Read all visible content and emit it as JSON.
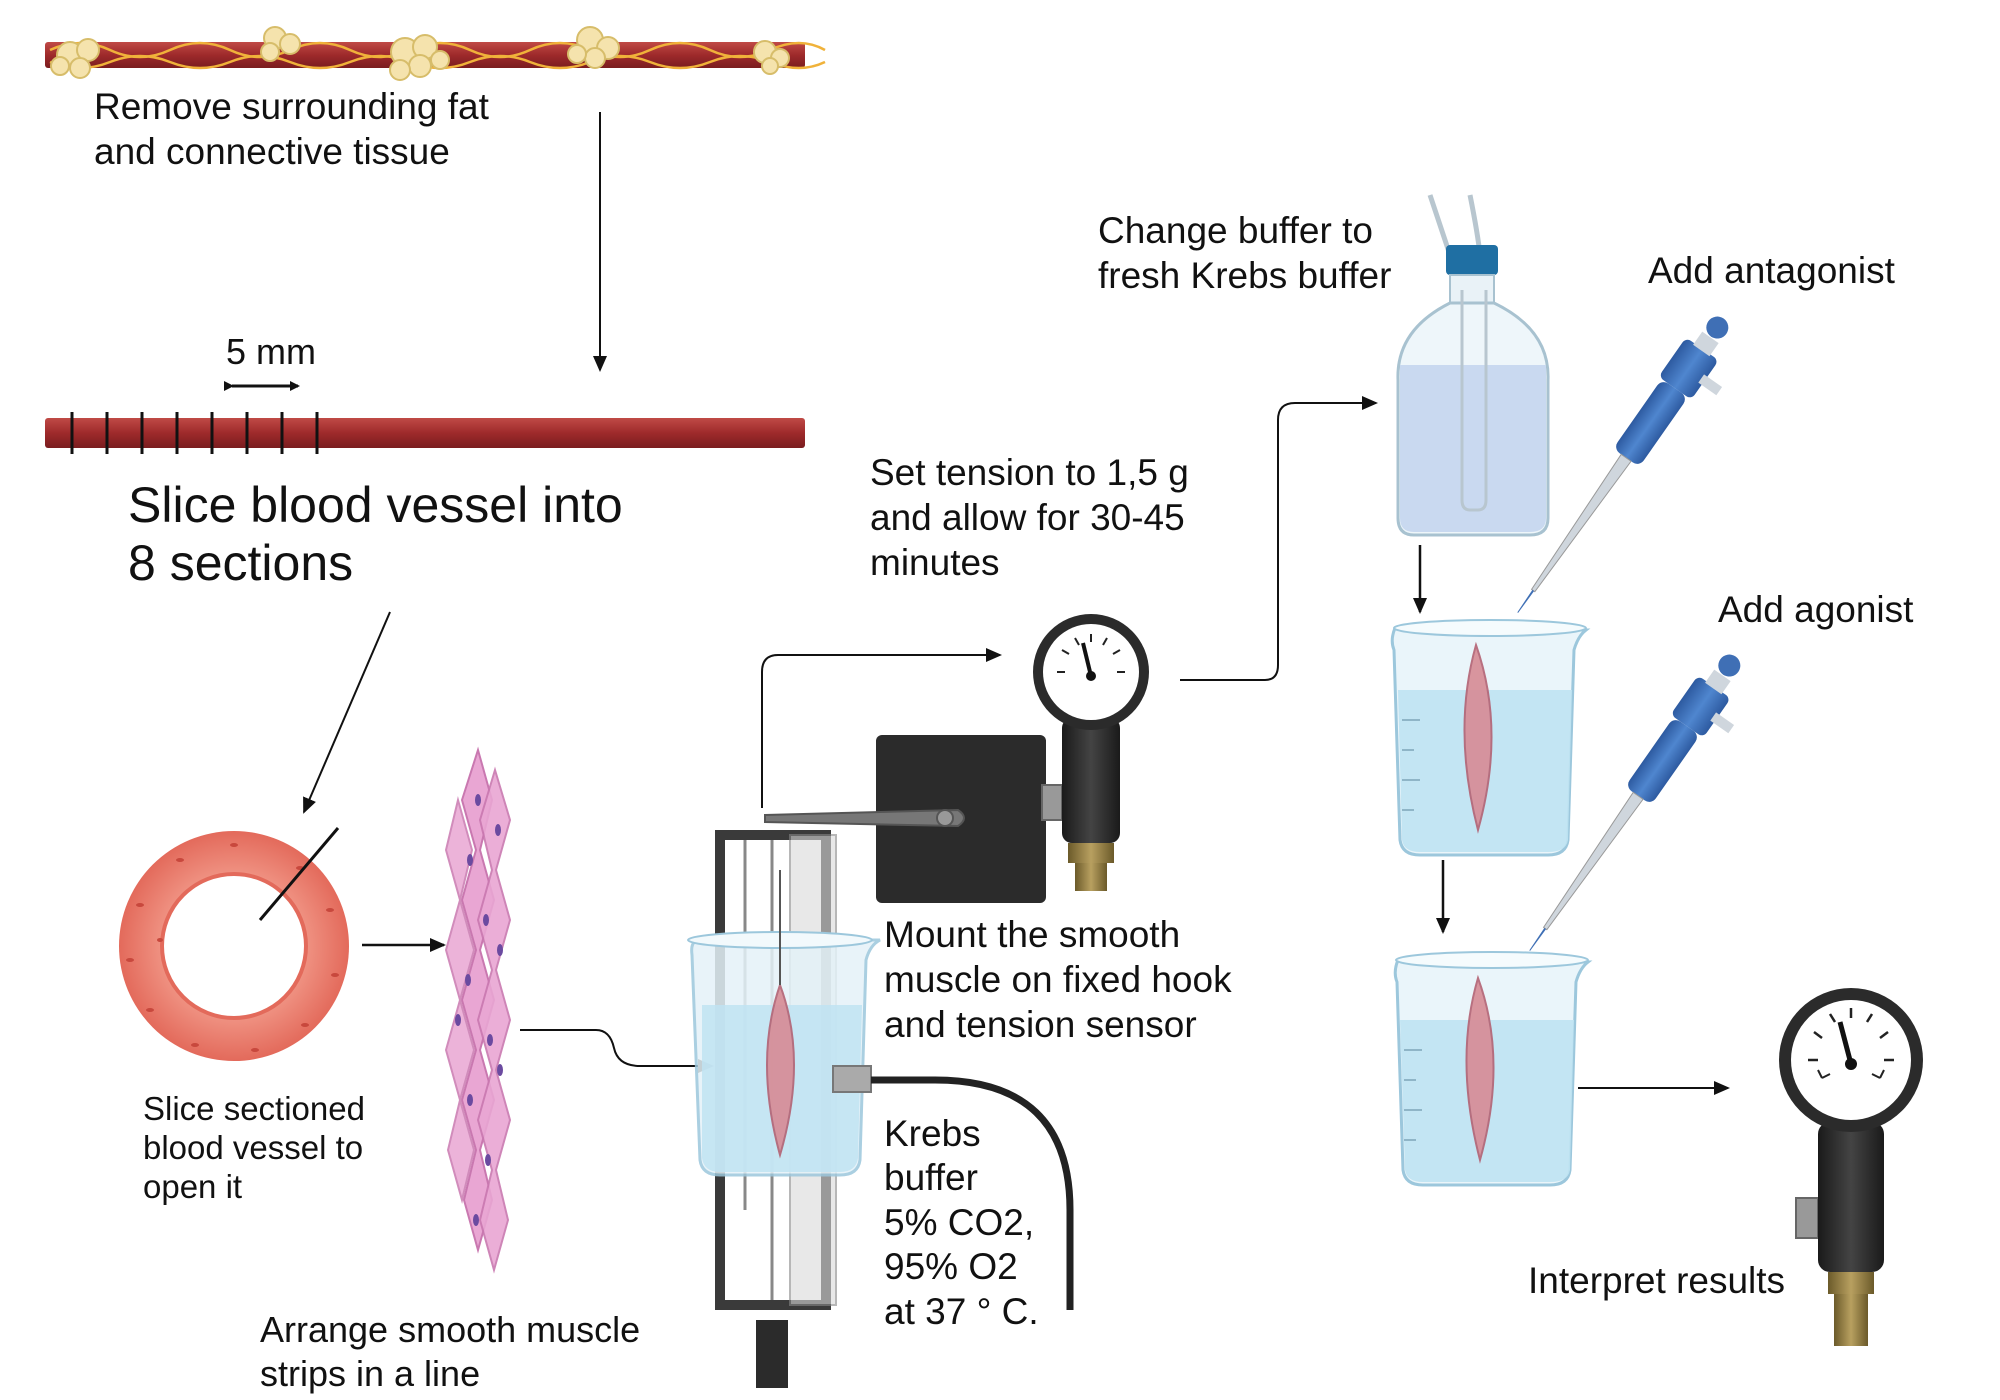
{
  "steps": {
    "remove_fat": "Remove surrounding fat\nand connective tissue",
    "measure": "5 mm",
    "slice_sections": "Slice blood vessel into\n8 sections",
    "slice_open": "Slice sectioned\nblood vessel to\nopen it",
    "arrange": "Arrange smooth muscle\nstrips in a line",
    "mount": "Mount the smooth\nmuscle on fixed hook\nand tension sensor",
    "krebs": "Krebs\nbuffer\n5% CO2,\n95% O2\nat 37 ° C.",
    "tension": "Set tension to 1,5 g\nand allow for 30-45\nminutes",
    "change_buffer": "Change buffer to\nfresh Krebs buffer",
    "antagonist": "Add antagonist",
    "agonist": "Add agonist",
    "interpret": "Interpret results"
  },
  "colors": {
    "vessel": "#9e2a2b",
    "fat": "#f3e0a6",
    "tissue_ring": "#e8776a",
    "muscle_strip": "#e9a6d3",
    "buffer": "#bfe3f2",
    "pipette": "#3f6fb5",
    "bottle_cap": "#1f6fa3",
    "device": "#2b2b2b"
  }
}
